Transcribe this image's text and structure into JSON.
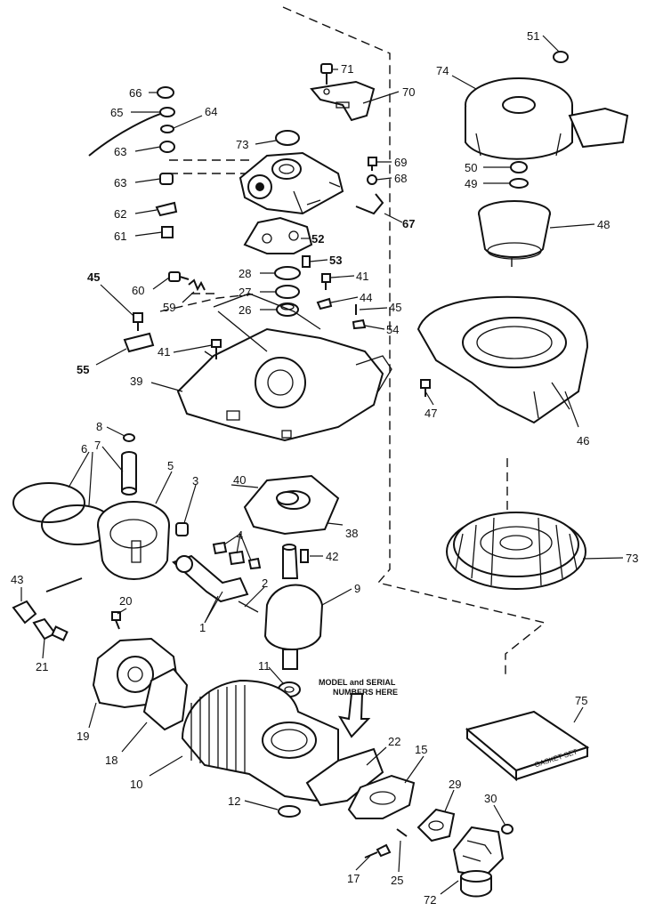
{
  "labels": {
    "p1": "1",
    "p2": "2",
    "p3": "3",
    "p4": "4",
    "p5": "5",
    "p6": "6",
    "p7": "7",
    "p8": "8",
    "p9": "9",
    "p10": "10",
    "p11": "11",
    "p12": "12",
    "p15": "15",
    "p17": "17",
    "p18": "18",
    "p19": "19",
    "p20": "20",
    "p21": "21",
    "p22": "22",
    "p25": "25",
    "p26": "26",
    "p27": "27",
    "p28": "28",
    "p29": "29",
    "p30": "30",
    "p38": "38",
    "p39": "39",
    "p40": "40",
    "p41a": "41",
    "p41b": "41",
    "p42": "42",
    "p43": "43",
    "p44": "44",
    "p45a": "45",
    "p45b": "45",
    "p46": "46",
    "p47": "47",
    "p48": "48",
    "p49": "49",
    "p50": "50",
    "p51": "51",
    "p52": "52",
    "p53": "53",
    "p54": "54",
    "p55": "55",
    "p59": "59",
    "p60": "60",
    "p61": "61",
    "p62": "62",
    "p63a": "63",
    "p63b": "63",
    "p64": "64",
    "p65": "65",
    "p66": "66",
    "p67": "67",
    "p68": "68",
    "p69": "69",
    "p70": "70",
    "p71": "71",
    "p72": "72",
    "p73a": "73",
    "p73b": "73",
    "p74": "74",
    "p75": "75"
  },
  "callout": {
    "line1": "MODEL and SERIAL",
    "line2": "NUMBERS HERE"
  },
  "gasket_box": {
    "text": "GASKET SET"
  }
}
